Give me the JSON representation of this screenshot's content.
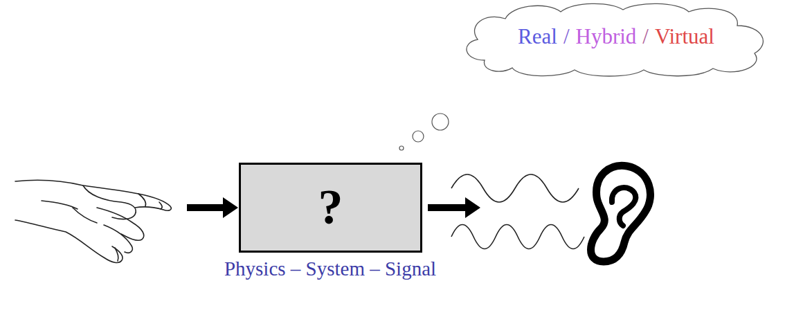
{
  "diagram": {
    "nodes": [
      {
        "text": [
          "?"
        ]
      },
      {
        "text": [
          "Real",
          "/",
          "Hybrid",
          "/",
          "Virtual"
        ]
      }
    ],
    "labels": [
      "Physics – System – Signal"
    ]
  }
}
